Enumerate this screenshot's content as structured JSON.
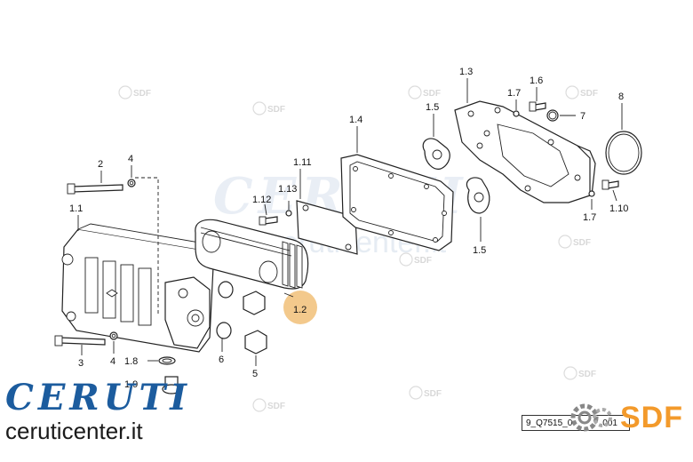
{
  "callouts": {
    "c1_1": "1.1",
    "c1_2": "1.2",
    "c1_3": "1.3",
    "c1_4": "1.4",
    "c1_5a": "1.5",
    "c1_5b": "1.5",
    "c1_6": "1.6",
    "c1_7a": "1.7",
    "c1_7b": "1.7",
    "c1_8": "1.8",
    "c1_9": "1.9",
    "c1_10": "1.10",
    "c1_11": "1.11",
    "c1_12": "1.12",
    "c1_13": "1.13",
    "c2": "2",
    "c3": "3",
    "c4a": "4",
    "c4b": "4",
    "c5": "5",
    "c6": "6",
    "c7": "7",
    "c8": "8"
  },
  "watermark": {
    "brand": "CERUTI",
    "site": "ceruticenter.it",
    "sdf": "SDF"
  },
  "reference_code": "9_Q7515_0",
  "reference_suffix": "001",
  "brand": {
    "name": "CERUTI",
    "site": "ceruticenter.it",
    "name_color": "#1c5c9e"
  },
  "sdf": {
    "label": "SDF",
    "color": "#f39a2b"
  },
  "highlight_color": "#f3c98c"
}
